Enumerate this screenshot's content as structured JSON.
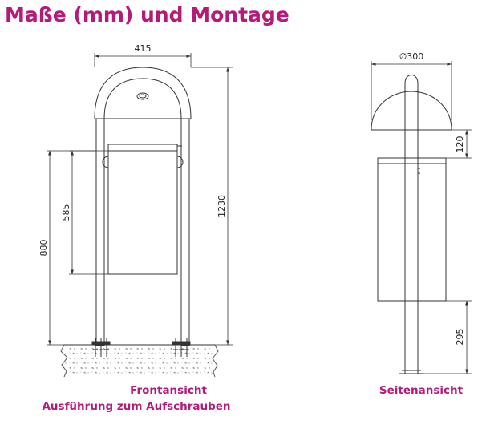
{
  "title": "Maße (mm) und Montage",
  "front_view": {
    "caption_line1": "Frontansicht",
    "caption_line2": "Ausführung zum Aufschrauben",
    "dimensions": {
      "width": "415",
      "total_height": "1230",
      "bin_bottom_height": "880",
      "bin_height": "585"
    }
  },
  "side_view": {
    "caption": "Seitenansicht",
    "dimensions": {
      "roof_diameter": "∅300",
      "roof_height": "120",
      "post_ground_height": "295"
    }
  },
  "colors": {
    "heading": "#b5197a",
    "lines": "#333333"
  }
}
